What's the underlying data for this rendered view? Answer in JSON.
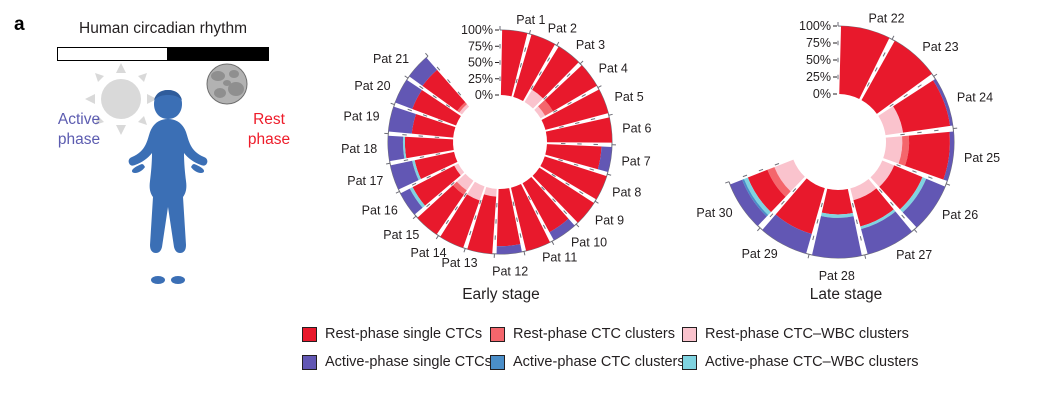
{
  "panel": {
    "letter": "a"
  },
  "schematic": {
    "title": "Human circadian rhythm",
    "bar": {
      "light_pct": 52,
      "dark_pct": 48
    },
    "active_label_line1": "Active",
    "active_label_line2": "phase",
    "rest_label_line1": "Rest",
    "rest_label_line2": "phase",
    "active_color": "#5c5cb0",
    "rest_color": "#ee1c2a",
    "icons": {
      "sun": "sun-icon",
      "moon": "moon-icon",
      "person": "human-figure-icon"
    }
  },
  "colors": {
    "rest_single": "#e8192c",
    "rest_clusters": "#f4666c",
    "rest_wbc_clusters": "#fac3cd",
    "active_single": "#6257b4",
    "active_clusters": "#4a8ec8",
    "active_wbc_clusters": "#7fd3e0",
    "tick": "#6e6e78",
    "outline": "#6e6e78"
  },
  "axis": {
    "ticks": [
      "100%",
      "75%",
      "50%",
      "25%",
      "0%"
    ],
    "values": [
      100,
      75,
      50,
      25,
      0
    ],
    "unit": "%"
  },
  "legend": {
    "items": [
      {
        "label": "Rest-phase single CTCs",
        "color": "#e8192c",
        "key": "rest_single"
      },
      {
        "label": "Rest-phase CTC clusters",
        "color": "#f4666c",
        "key": "rest_clusters"
      },
      {
        "label": "Rest-phase CTC–WBC clusters",
        "color": "#fac3cd",
        "key": "rest_wbc_clusters"
      },
      {
        "label": "Active-phase single CTCs",
        "color": "#6257b4",
        "key": "active_single"
      },
      {
        "label": "Active-phase CTC clusters",
        "color": "#4a8ec8",
        "key": "active_clusters"
      },
      {
        "label": "Active-phase CTC–WBC clusters",
        "color": "#7fd3e0",
        "key": "active_wbc_clusters"
      }
    ]
  },
  "chart_data": [
    {
      "id": "early",
      "type": "bar",
      "subtype": "stacked-polar",
      "title": "Early stage",
      "ylabel": "",
      "ylim": [
        0,
        100
      ],
      "grid": true,
      "legend_position": "bottom",
      "start_angle_deg": -90,
      "sweep_deg": 320,
      "categories": [
        "Pat 1",
        "Pat 2",
        "Pat 3",
        "Pat 4",
        "Pat 5",
        "Pat 6",
        "Pat 7",
        "Pat 8",
        "Pat 9",
        "Pat 10",
        "Pat 11",
        "Pat 12",
        "Pat 13",
        "Pat 14",
        "Pat 15",
        "Pat 16",
        "Pat 17",
        "Pat 18",
        "Pat 19",
        "Pat 20",
        "Pat 21"
      ],
      "series": [
        {
          "name": "Rest-phase CTC–WBC clusters",
          "key": "rest_wbc_clusters",
          "values": [
            0,
            0,
            22,
            8,
            0,
            0,
            0,
            0,
            0,
            0,
            0,
            0,
            12,
            23,
            18,
            7,
            0,
            0,
            0,
            0,
            5
          ]
        },
        {
          "name": "Rest-phase CTC clusters",
          "key": "rest_clusters",
          "values": [
            0,
            0,
            0,
            14,
            0,
            0,
            0,
            0,
            0,
            0,
            0,
            0,
            0,
            0,
            8,
            0,
            0,
            0,
            0,
            0,
            4
          ]
        },
        {
          "name": "Rest-phase single CTCs",
          "key": "rest_single",
          "values": [
            100,
            100,
            78,
            78,
            100,
            100,
            84,
            100,
            100,
            86,
            100,
            88,
            88,
            77,
            74,
            72,
            62,
            74,
            64,
            72,
            66
          ]
        },
        {
          "name": "Active-phase CTC–WBC clusters",
          "key": "active_wbc_clusters",
          "values": [
            0,
            0,
            0,
            0,
            0,
            0,
            0,
            0,
            0,
            0,
            0,
            0,
            0,
            0,
            0,
            5,
            4,
            3,
            0,
            0,
            0
          ]
        },
        {
          "name": "Active-phase CTC clusters",
          "key": "active_clusters",
          "values": [
            0,
            0,
            0,
            0,
            0,
            0,
            0,
            0,
            0,
            0,
            0,
            0,
            0,
            0,
            0,
            0,
            0,
            0,
            0,
            0,
            0
          ]
        },
        {
          "name": "Active-phase single CTCs",
          "key": "active_single",
          "values": [
            0,
            0,
            0,
            0,
            0,
            0,
            16,
            0,
            0,
            14,
            0,
            12,
            0,
            0,
            0,
            16,
            34,
            23,
            36,
            28,
            25
          ]
        }
      ]
    },
    {
      "id": "late",
      "type": "bar",
      "subtype": "stacked-polar",
      "title": "Late stage",
      "ylabel": "",
      "ylim": [
        0,
        100
      ],
      "grid": true,
      "legend_position": "bottom",
      "start_angle_deg": -90,
      "sweep_deg": 250,
      "categories": [
        "Pat 22",
        "Pat 23",
        "Pat 24",
        "Pat 25",
        "Pat 26",
        "Pat 27",
        "Pat 28",
        "Pat 29",
        "Pat 30"
      ],
      "series": [
        {
          "name": "Rest-phase CTC–WBC clusters",
          "key": "rest_wbc_clusters",
          "values": [
            0,
            0,
            26,
            24,
            19,
            18,
            0,
            0,
            30
          ]
        },
        {
          "name": "Rest-phase CTC clusters",
          "key": "rest_clusters",
          "values": [
            0,
            0,
            0,
            10,
            0,
            0,
            0,
            0,
            11
          ]
        },
        {
          "name": "Rest-phase single CTCs",
          "key": "rest_single",
          "values": [
            100,
            100,
            70,
            60,
            45,
            40,
            36,
            70,
            31
          ]
        },
        {
          "name": "Active-phase CTC–WBC clusters",
          "key": "active_wbc_clusters",
          "values": [
            0,
            0,
            0,
            0,
            6,
            4,
            5,
            0,
            6
          ]
        },
        {
          "name": "Active-phase CTC clusters",
          "key": "active_clusters",
          "values": [
            0,
            0,
            0,
            0,
            0,
            0,
            0,
            0,
            3
          ]
        },
        {
          "name": "Active-phase single CTCs",
          "key": "active_single",
          "values": [
            0,
            0,
            4,
            6,
            30,
            38,
            59,
            30,
            19
          ]
        }
      ]
    }
  ]
}
